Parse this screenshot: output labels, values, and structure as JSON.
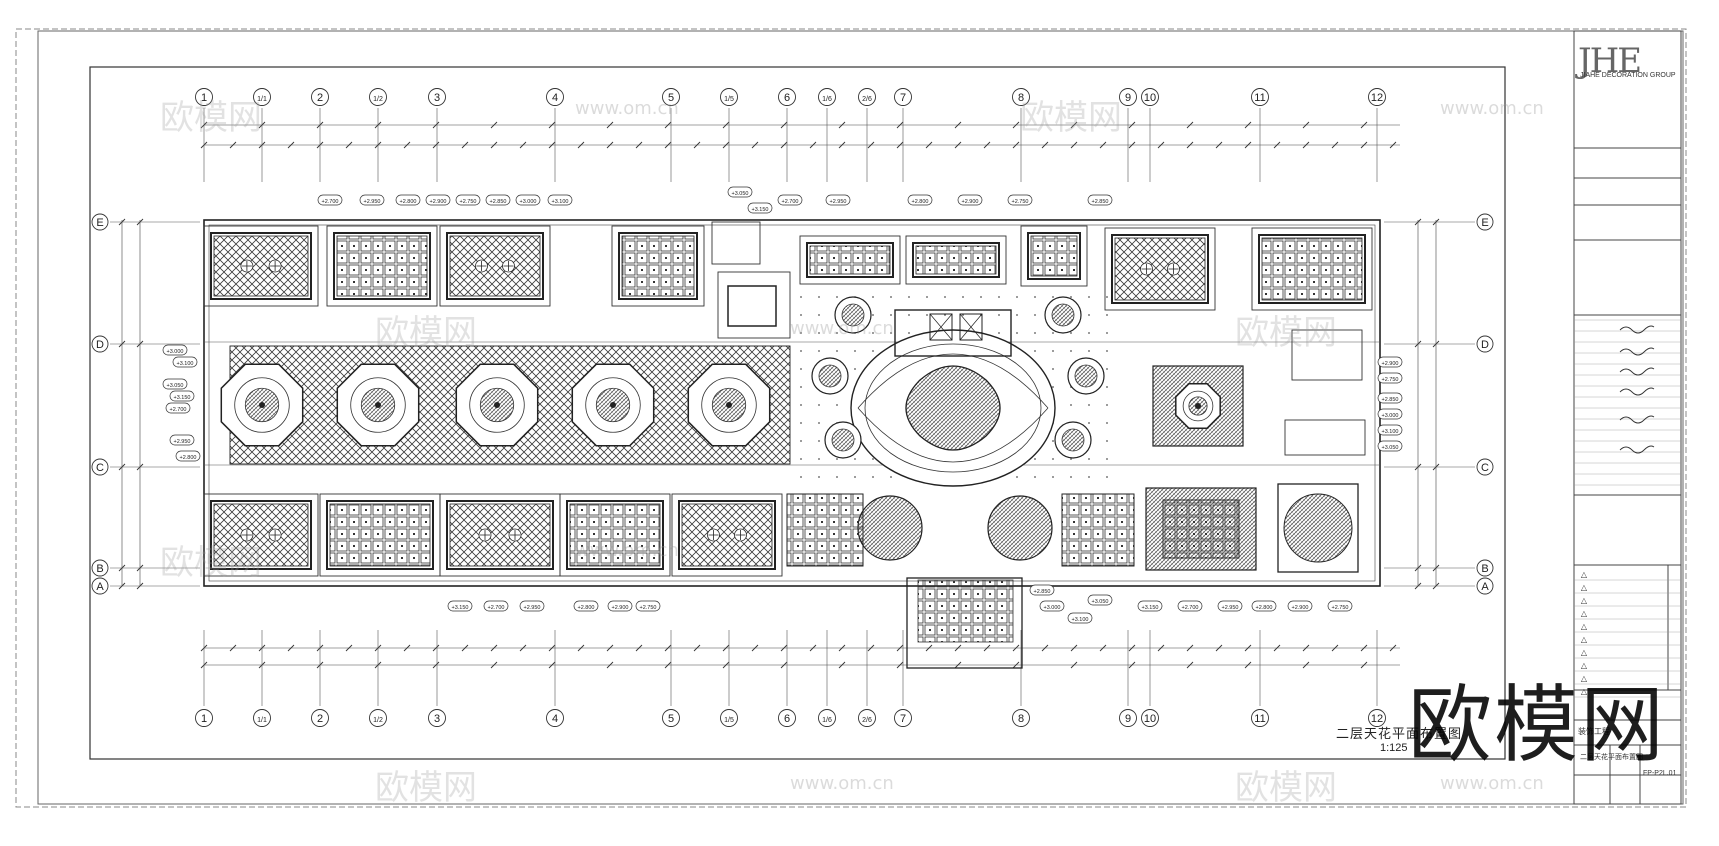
{
  "drawing": {
    "title": "二层天花平面布置图",
    "scale": "1:125",
    "axis_numbers": [
      "1",
      "1/1",
      "2",
      "1/2",
      "3",
      "4",
      "5",
      "1/5",
      "6",
      "1/6",
      "2/6",
      "7",
      "8",
      "9",
      "10",
      "11",
      "12"
    ],
    "axis_letters": [
      "E",
      "D",
      "C",
      "B",
      "A"
    ],
    "elevation_tags": [
      "+2.700",
      "+2.950",
      "+2.800",
      "+2.900",
      "+2.750",
      "+2.850",
      "+3.000",
      "+3.100",
      "+3.050",
      "+3.150"
    ]
  },
  "title_block": {
    "company": "JHE",
    "company_en": "JIAHE DECORATION GROUP",
    "project_title": "二层天花平面布置图",
    "drawing_no": "FP-P2L.01",
    "project_label": "装饰工程",
    "revision_symbol": "△"
  },
  "watermark": {
    "text": "欧模网",
    "url": "www.om.cn"
  },
  "colors": {
    "line": "#2a2a2a",
    "border": "#555555",
    "hatch": "#3a3a3a",
    "watermark": "#000000"
  }
}
